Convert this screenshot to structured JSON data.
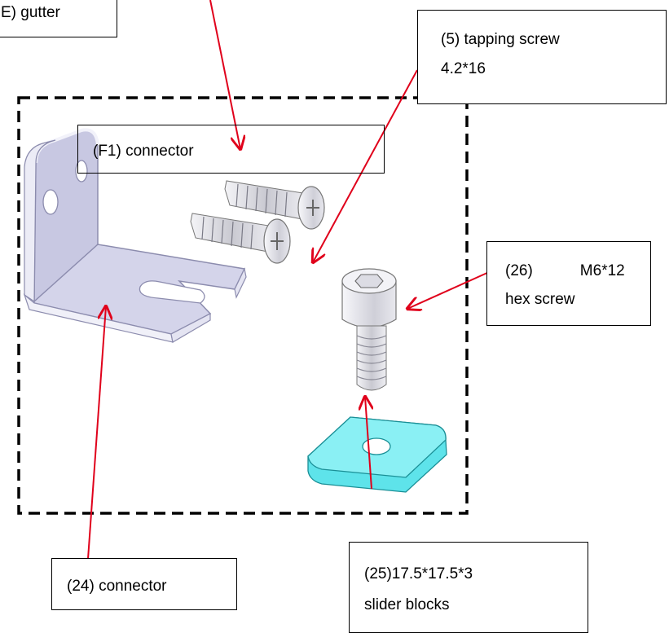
{
  "labels": {
    "gutter": "E) gutter",
    "f1_connector": "(F1) connector",
    "tapping_screw_line1": "(5) tapping screw",
    "tapping_screw_line2": "4.2*16",
    "hex_screw_line1_a": "(26)",
    "hex_screw_line1_b": "M6*12",
    "hex_screw_line2": "hex screw",
    "connector_24": "(24) connector",
    "slider_line1": "(25)17.5*17.5*3",
    "slider_line2": "slider blocks"
  },
  "colors": {
    "arrow": "#e0001b",
    "bracket_face": "#c9c9e4",
    "bracket_edge": "#ececf6",
    "slider_block": "#5ee3ea",
    "screw": "#d6d6dc",
    "dashed_border": "#000000"
  }
}
